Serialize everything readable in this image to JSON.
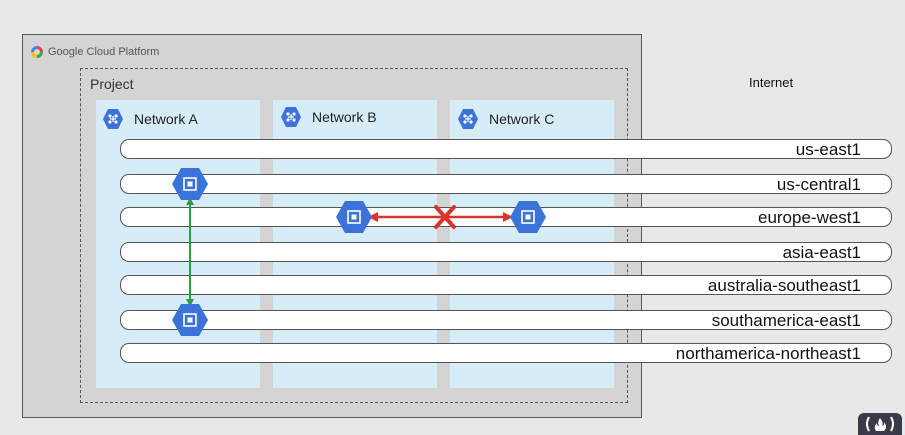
{
  "header": {
    "platform_title": "Google Cloud Platform",
    "logo_icon": "gcp-logo-icon"
  },
  "project": {
    "label": "Project"
  },
  "internet": {
    "label": "Internet"
  },
  "networks": [
    {
      "label": "Network A",
      "icon": "vpc-network-icon"
    },
    {
      "label": "Network B",
      "icon": "vpc-network-icon"
    },
    {
      "label": "Network C",
      "icon": "vpc-network-icon"
    }
  ],
  "regions": [
    {
      "label": "us-east1"
    },
    {
      "label": "us-central1"
    },
    {
      "label": "europe-west1"
    },
    {
      "label": "asia-east1"
    },
    {
      "label": "australia-southeast1"
    },
    {
      "label": "southamerica-east1"
    },
    {
      "label": "northamerica-northeast1"
    }
  ],
  "instances": [
    {
      "network": "Network A",
      "region": "us-central1",
      "icon": "compute-instance-icon"
    },
    {
      "network": "Network B",
      "region": "europe-west1",
      "icon": "compute-instance-icon"
    },
    {
      "network": "Network C",
      "region": "europe-west1",
      "icon": "compute-instance-icon"
    },
    {
      "network": "Network A",
      "region": "southamerica-east1",
      "icon": "compute-instance-icon"
    }
  ],
  "connections": [
    {
      "from": "Network A / us-central1",
      "to": "Network A / southamerica-east1",
      "status": "allowed",
      "color": "#2e9e44"
    },
    {
      "from": "Network B / europe-west1",
      "to": "Network C / europe-west1",
      "status": "blocked",
      "color": "#d9342b"
    }
  ],
  "colors": {
    "network_bg": "#d6ecf7",
    "icon_blue": "#3b73d8",
    "allowed": "#2e9e44",
    "blocked": "#d9342b"
  },
  "corner_badge": {
    "icon": "flame-logo-icon"
  }
}
